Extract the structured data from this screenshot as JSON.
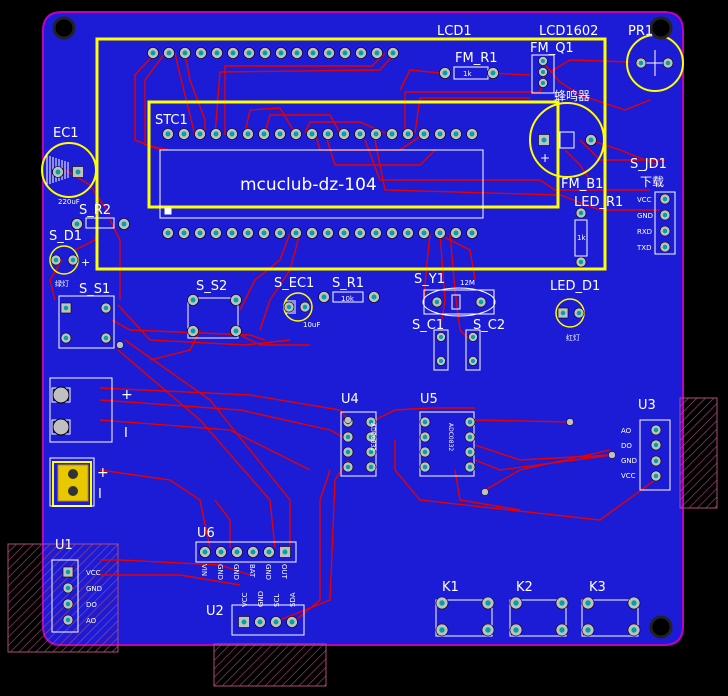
{
  "colors": {
    "background": "#000000",
    "board": "#1c1cd6",
    "board_outline": "#c000c0",
    "trace": "#e60000",
    "silk": "#ffffff",
    "outline_yellow": "#ffff00",
    "pad_fill": "#c0c0c0",
    "pad_teal": "#00a3a3",
    "keepout_hatch": "#b04a7a"
  },
  "designators": {
    "lcd1": "LCD1",
    "lcd1602": "LCD1602",
    "fm_r1": "FM_R1",
    "fm_q1": "FM_Q1",
    "pr1": "PR1",
    "ec1": "EC1",
    "stc1": "STC1",
    "buzzer": "蜂鸣器",
    "fm_b1": "FM_B1",
    "s_jd1": "S_JD1",
    "download": "下载",
    "led_r1": "LED_R1",
    "s_r2": "S_R2",
    "s_d1": "S_D1",
    "s_s1": "S_S1",
    "s_s2": "S_S2",
    "s_ec1": "S_EC1",
    "s_r1": "S_R1",
    "s_y1": "S_Y1",
    "led_d1": "LED_D1",
    "s_c1": "S_C1",
    "s_c2": "S_C2",
    "u4": "U4",
    "u5": "U5",
    "u3": "U3",
    "u6": "U6",
    "u1": "U1",
    "u2": "U2",
    "k1": "K1",
    "k2": "K2",
    "k3": "K3"
  },
  "board_title": "mcuclub-dz-104",
  "small_labels": {
    "ec1_value": "220uF",
    "s_ec1_value": "10uF",
    "s_r1_value": "10k",
    "fm_r1_value": "1k",
    "led_r1_value": "1k",
    "s_d1_note": "绿灯",
    "led_d1_note": "红灯",
    "s_y1_value": "12M",
    "u4_chip": "ADC0832",
    "u5_chip": "ADC0832",
    "power_plus_1": "+",
    "power_minus_1": "I",
    "power_plus_2": "+",
    "power_minus_2": "I",
    "s_d1_plus": "+",
    "buzzer_plus": "+"
  },
  "s_jd1_pins": [
    "VCC",
    "GND",
    "RXD",
    "TXD"
  ],
  "u3_pins": [
    "AO",
    "DO",
    "GND",
    "VCC"
  ],
  "u1_pins": [
    "VCC",
    "GND",
    "DO",
    "AO"
  ],
  "u6_pins": [
    "VIN",
    "GND",
    "GND",
    "BAT",
    "GND",
    "OUT"
  ],
  "u2_pins": [
    "VCC",
    "GND",
    "SCL",
    "SDA"
  ]
}
